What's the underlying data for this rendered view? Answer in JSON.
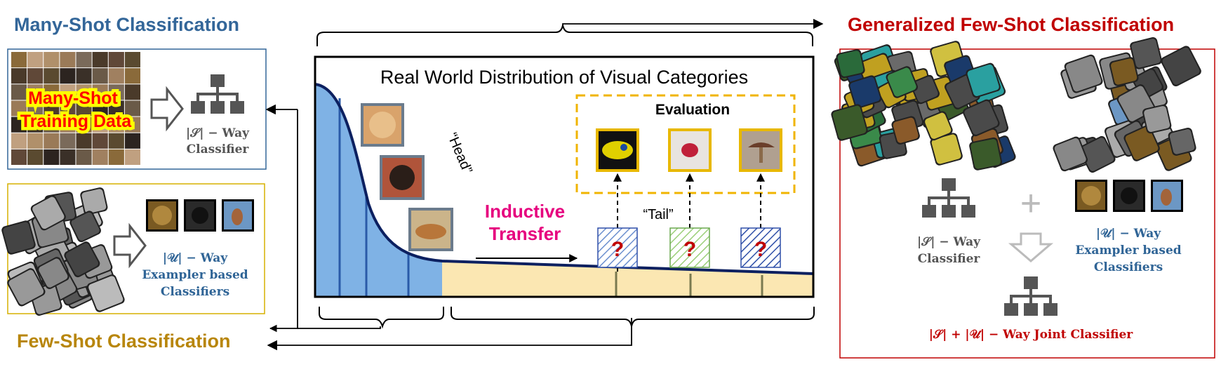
{
  "titles": {
    "many_shot": "Many-Shot Classification",
    "few_shot": "Few-Shot Classification",
    "gfs": "Generalized Few-Shot Classification"
  },
  "many_shot_panel": {
    "training_line1": "Many-Shot",
    "training_line2": "Training Data",
    "classifier_line1": "|𝒮| − Way",
    "classifier_line2": "Classifier"
  },
  "few_shot_panel": {
    "classifier_line1": "|𝒰| − Way",
    "classifier_line2": "Exampler based",
    "classifier_line3": "Classifiers"
  },
  "center": {
    "title": "Real World Distribution of Visual Categories",
    "head_label": "“Head”",
    "tail_label": "“Tail”",
    "evaluation_label": "Evaluation",
    "inductive_line1": "Inductive",
    "inductive_line2": "Transfer",
    "query_mark": "?"
  },
  "gfs_panel": {
    "s_classifier_line1": "|𝒮| − Way",
    "s_classifier_line2": "Classifier",
    "u_classifier_line1": "|𝒰| − Way",
    "u_classifier_line2": "Exampler based",
    "u_classifier_line3": "Classifiers",
    "plus": "+",
    "joint_label": "|𝒮| + |𝒰| − Way Joint Classifier"
  },
  "colors": {
    "many_shot_blue": "#336699",
    "few_shot_gold": "#b8860b",
    "gfs_red": "#c00000",
    "head_fill": "#7fb2e5",
    "tail_fill": "#fbe7b2",
    "curve": "#0c2060",
    "eval_border": "#f0b400",
    "inductive_pink": "#e6007e",
    "icon_gray": "#555555"
  }
}
